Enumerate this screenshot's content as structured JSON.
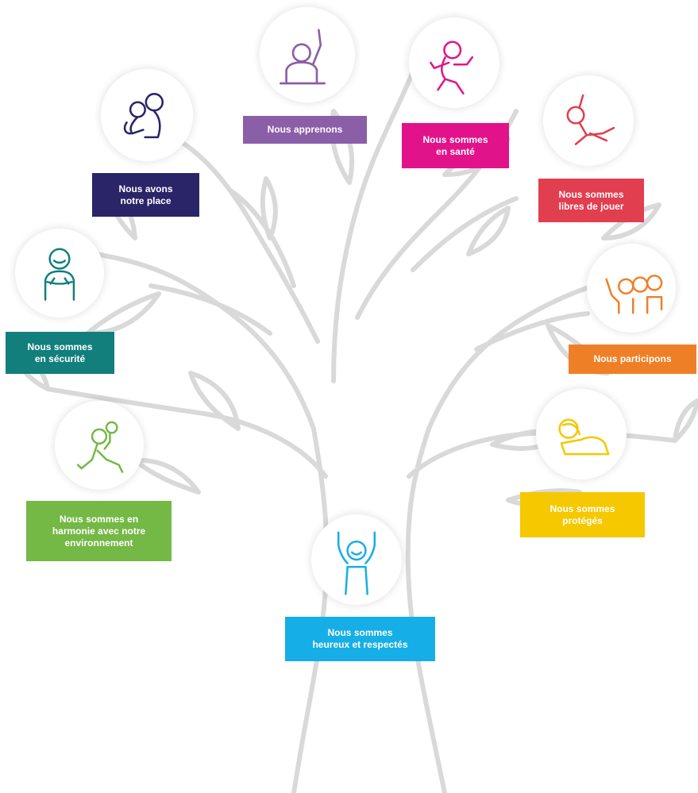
{
  "items": [
    {
      "id": "learn",
      "lines": [
        "Nous apprenons"
      ],
      "color": "#8b5ea8",
      "icon": "child-raising-hand-icon"
    },
    {
      "id": "health",
      "lines": [
        "Nous sommes",
        "en santé"
      ],
      "color": "#e2138a",
      "icon": "healthy-child-icon"
    },
    {
      "id": "belong",
      "lines": [
        "Nous avons",
        "notre place"
      ],
      "color": "#2a2468",
      "icon": "hug-icon"
    },
    {
      "id": "play",
      "lines": [
        "Nous sommes",
        "libres de jouer"
      ],
      "color": "#e13e4f",
      "icon": "playing-child-icon"
    },
    {
      "id": "safe",
      "lines": [
        "Nous sommes",
        "en sécurité"
      ],
      "color": "#127f7c",
      "icon": "safe-child-icon"
    },
    {
      "id": "part",
      "lines": [
        "Nous participons"
      ],
      "color": "#ef7f27",
      "icon": "group-participation-icon"
    },
    {
      "id": "env",
      "lines": [
        "Nous sommes en",
        "harmonie avec notre",
        "environnement"
      ],
      "color": "#74b845",
      "icon": "child-with-plant-icon"
    },
    {
      "id": "protect",
      "lines": [
        "Nous sommes",
        "protégés"
      ],
      "color": "#f5c800",
      "icon": "protected-child-icon"
    },
    {
      "id": "happy",
      "lines": [
        "Nous sommes",
        "heureux et respectés"
      ],
      "color": "#16aee6",
      "icon": "happy-child-icon"
    }
  ]
}
